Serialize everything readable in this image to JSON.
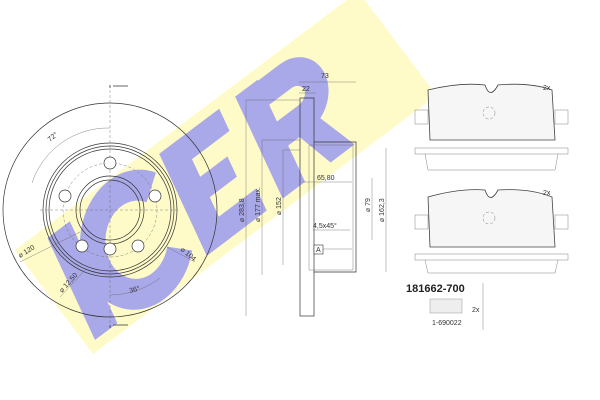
{
  "logo": {
    "text": "ICER",
    "colors": {
      "band": "#fffbc8",
      "letters": "#a9a8e8"
    }
  },
  "disc_front": {
    "labels": {
      "angle_72": "72°",
      "angle_36": "36°",
      "d120": "⌀ 120",
      "d1250": "⌀ 12,50",
      "d104": "⌀ 104"
    }
  },
  "disc_section": {
    "labels": {
      "w73": "73",
      "w22": "22",
      "d2838": "⌀ 283,8",
      "d177": "⌀ 177 max.",
      "d152": "⌀ 152",
      "h6580": "65,80",
      "d79": "⌀ 79",
      "d1623": "⌀ 162,3",
      "chamfer": "4,5x45°",
      "datum": "A"
    }
  },
  "pads": {
    "qty_top": "2x",
    "qty_bottom": "2x"
  },
  "kit": {
    "part_number": "181662-700",
    "accessory_qty": "2x",
    "accessory_number": "1-690022"
  }
}
